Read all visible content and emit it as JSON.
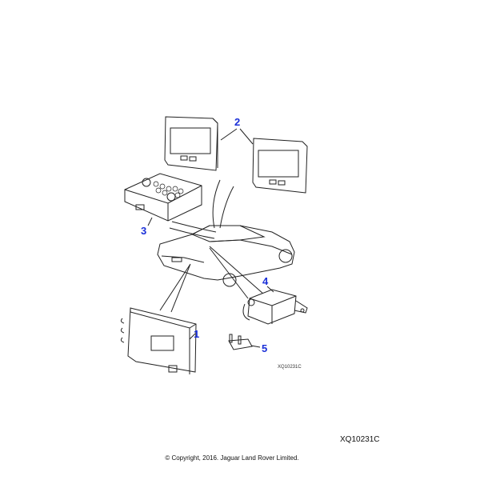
{
  "diagram": {
    "callouts": [
      "1",
      "2",
      "3",
      "4",
      "5"
    ],
    "illustration_code": "XQ10231C",
    "reference_code": "XQ10231C",
    "copyright": "© Copyright, 2016. Jaguar Land Rover Limited.",
    "line_color": "#222222",
    "callout_color": "#1a2fd8"
  }
}
